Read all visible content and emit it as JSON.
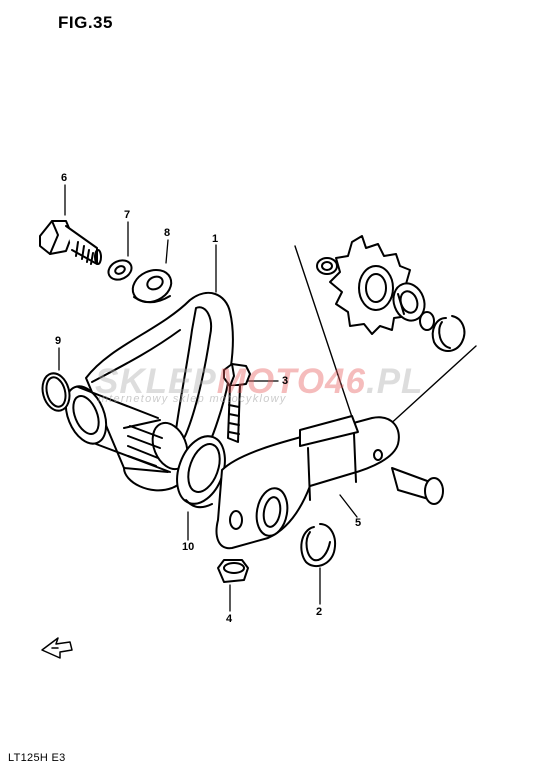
{
  "figure": {
    "title": "FIG.35",
    "model_code": "LT125H E3"
  },
  "watermark": {
    "main_a": "SKLEP",
    "main_b": "MOTO46",
    "main_c": ".PL",
    "tagline": "internetowy sklep motocyklowy"
  },
  "callouts": [
    {
      "id": "c1",
      "label": "1"
    },
    {
      "id": "c2",
      "label": "2"
    },
    {
      "id": "c3",
      "label": "3"
    },
    {
      "id": "c4",
      "label": "4"
    },
    {
      "id": "c5",
      "label": "5"
    },
    {
      "id": "c6",
      "label": "6"
    },
    {
      "id": "c7",
      "label": "7"
    },
    {
      "id": "c8",
      "label": "8"
    },
    {
      "id": "c9",
      "label": "9"
    },
    {
      "id": "c10",
      "label": "10"
    }
  ],
  "icons": {
    "direction": "front-arrow-icon"
  }
}
